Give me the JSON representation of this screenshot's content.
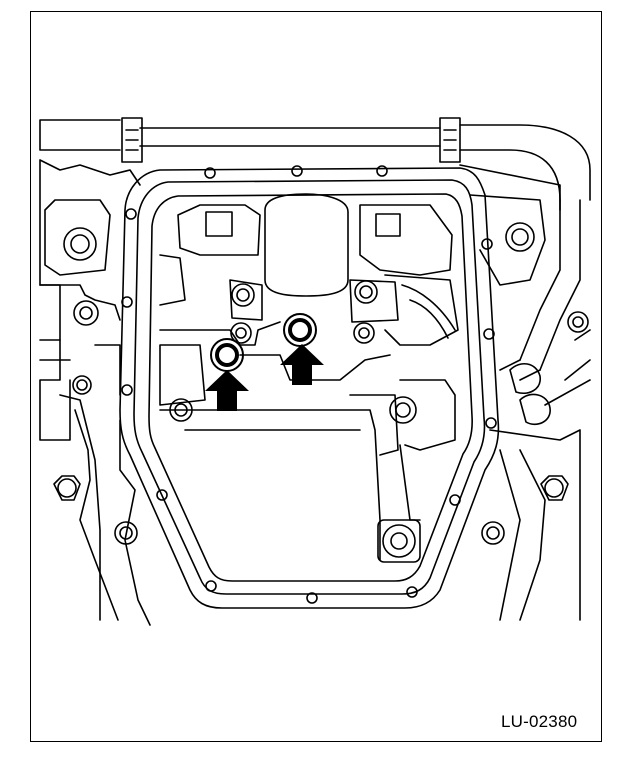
{
  "figure": {
    "id_label": "LU-02380"
  },
  "colors": {
    "line": "#000000",
    "background": "#ffffff",
    "arrow": "#000000"
  },
  "callouts": [
    {
      "icon": "arrow-up-icon",
      "target": "oil-strainer-o-ring-left"
    },
    {
      "icon": "arrow-up-icon",
      "target": "oil-strainer-o-ring-right"
    }
  ]
}
